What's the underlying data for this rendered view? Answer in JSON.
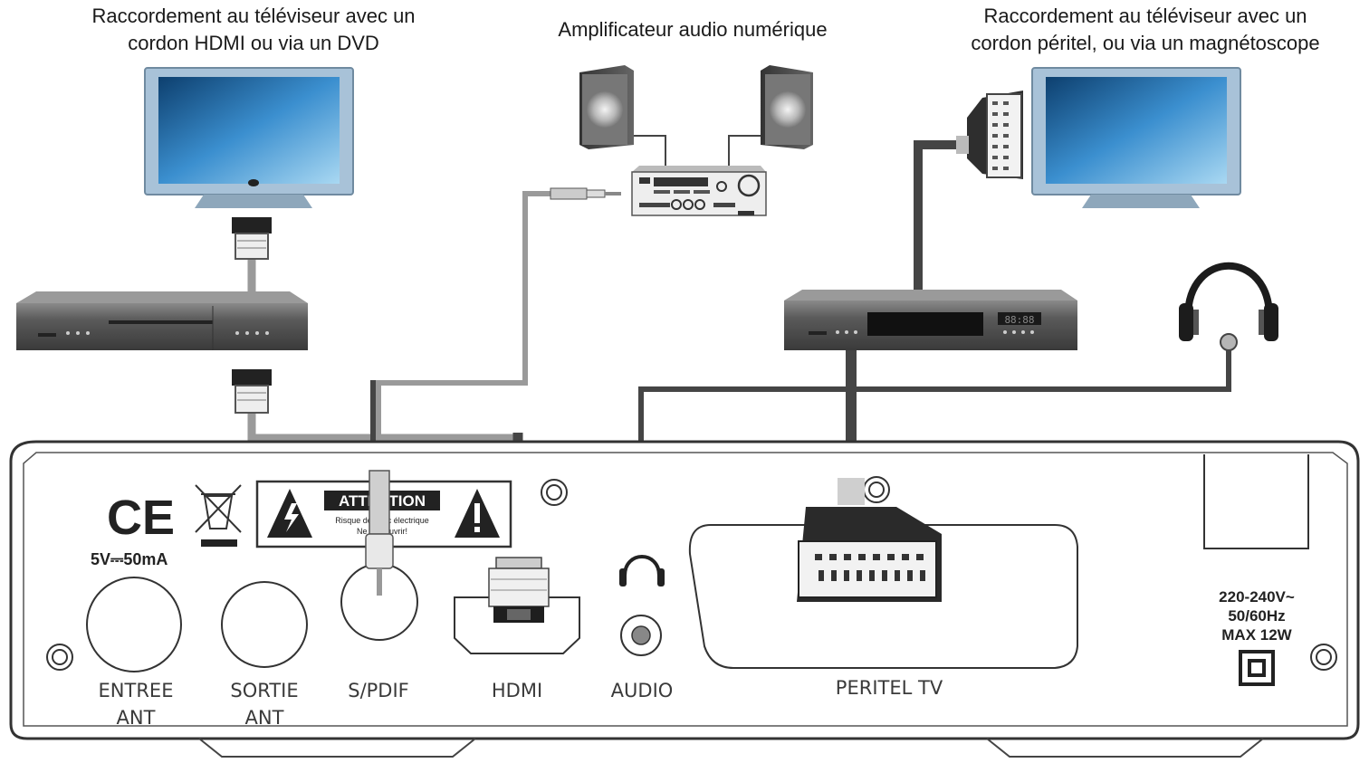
{
  "captions": {
    "left_line1": "Raccordement au téléviseur avec un",
    "left_line2": "cordon HDMI ou via un DVD",
    "middle": "Amplificateur audio numérique",
    "right_line1": "Raccordement au téléviseur avec un",
    "right_line2": "cordon péritel, ou via un magnétoscope"
  },
  "rear_panel": {
    "ce_mark": "CE",
    "power_input": "5V⎓50mA",
    "warning_title": "ATTENTION",
    "warning_line1": "Risque de choc électrique",
    "warning_line2": "Ne pas ouvrir!",
    "ports": {
      "entree_line1": "ENTREE",
      "entree_line2": "ANT",
      "sortie_line1": "SORTIE",
      "sortie_line2": "ANT",
      "spdif": "S/PDIF",
      "hdmi": "HDMI",
      "audio": "AUDIO",
      "peritel": "PERITEL TV"
    },
    "power_rating_line1": "220-240V~",
    "power_rating_line2": "50/60Hz",
    "power_rating_line3": "MAX 12W"
  },
  "devices": {
    "recorder_display": "88:88"
  },
  "icons": [
    "tv-icon",
    "dvd-player-icon",
    "speaker-icon",
    "amplifier-icon",
    "headphones-icon",
    "scart-plug-icon",
    "hdmi-plug-icon",
    "rca-plug-icon",
    "jack-plug-icon",
    "warning-triangle-icon",
    "lightning-icon",
    "weee-bin-icon",
    "double-insulation-icon"
  ],
  "colors": {
    "cable_dark": "#454545",
    "cable_light": "#9a9a9a",
    "tv_frame": "#a8c2d8",
    "screen": "#1f6ea6",
    "device_body": "#5a5a5a"
  }
}
